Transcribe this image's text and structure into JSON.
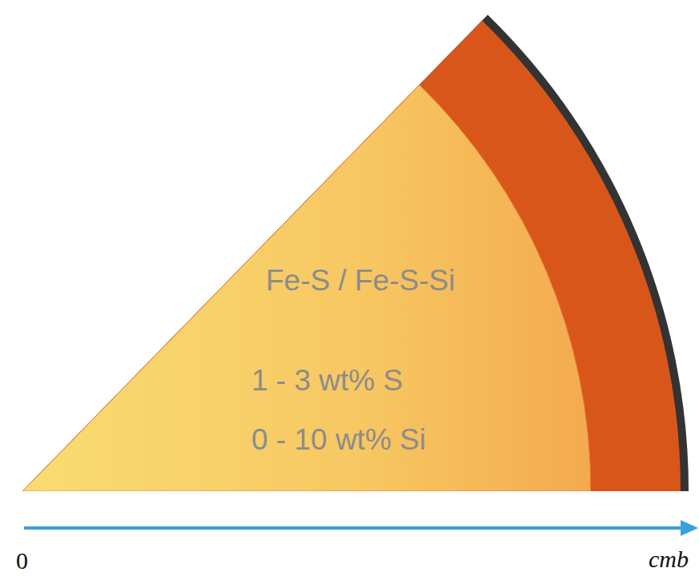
{
  "diagram": {
    "nodes": [
      {
        "text": [
          "Fe-S / Fe-S-Si",
          "1 - 3 wt% S",
          "0 - 10 wt% Si"
        ]
      }
    ],
    "labels": [
      "0",
      "cmb"
    ]
  }
}
